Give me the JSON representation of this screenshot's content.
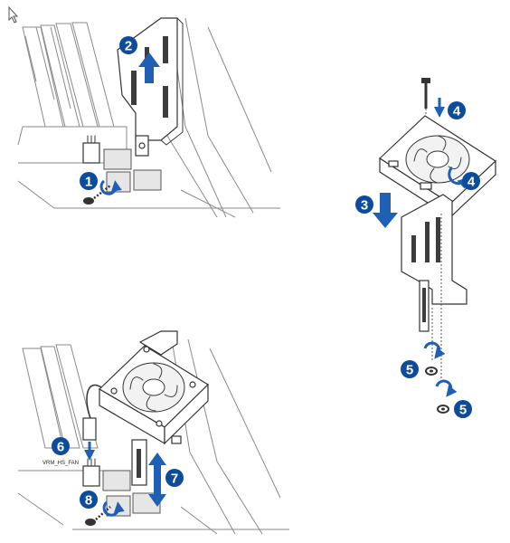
{
  "steps": {
    "s1": "1",
    "s2": "2",
    "s3": "3",
    "s4a": "4",
    "s4b": "4",
    "s5a": "5",
    "s5b": "5",
    "s6": "6",
    "s7": "7",
    "s8": "8"
  },
  "labels": {
    "connector": "VRM_HS_FAN"
  },
  "colors": {
    "badge": "#0d4c9a",
    "arrow": "#1f5fb4",
    "line": "#3a3a3a"
  },
  "icons": {
    "cursor": "mouse-pointer-icon"
  }
}
